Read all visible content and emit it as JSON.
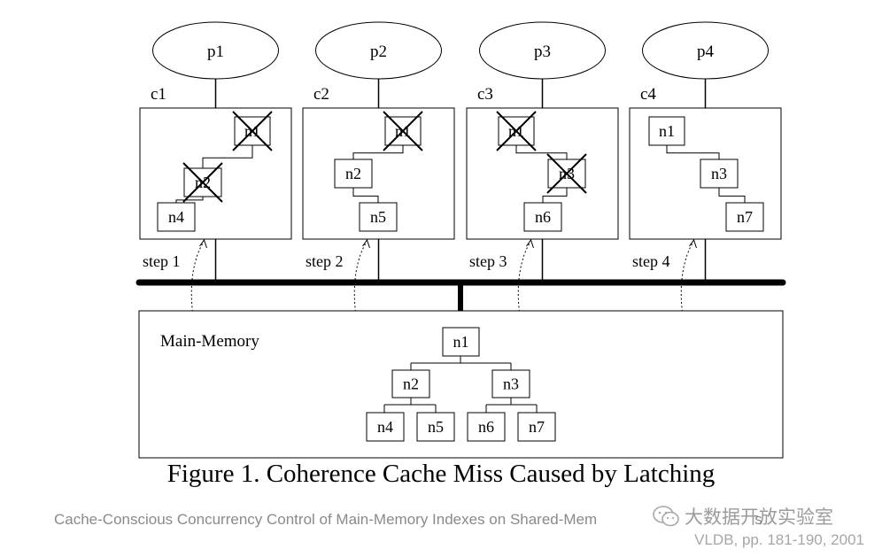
{
  "processors": [
    "p1",
    "p2",
    "p3",
    "p4"
  ],
  "caches": [
    {
      "label": "c1",
      "step": "step 1",
      "nodes": [
        {
          "name": "n1",
          "invalid": true
        },
        {
          "name": "n2",
          "invalid": true
        },
        {
          "name": "n4",
          "invalid": false
        }
      ]
    },
    {
      "label": "c2",
      "step": "step 2",
      "nodes": [
        {
          "name": "n1",
          "invalid": true
        },
        {
          "name": "n2",
          "invalid": false
        },
        {
          "name": "n5",
          "invalid": false
        }
      ]
    },
    {
      "label": "c3",
      "step": "step 3",
      "nodes": [
        {
          "name": "n1",
          "invalid": true
        },
        {
          "name": "n3",
          "invalid": true
        },
        {
          "name": "n6",
          "invalid": false
        }
      ]
    },
    {
      "label": "c4",
      "step": "step 4",
      "nodes": [
        {
          "name": "n1",
          "invalid": false
        },
        {
          "name": "n3",
          "invalid": false
        },
        {
          "name": "n7",
          "invalid": false
        }
      ]
    }
  ],
  "main_memory": {
    "label": "Main-Memory",
    "tree": {
      "root": "n1",
      "level2": [
        "n2",
        "n3"
      ],
      "level3": [
        "n4",
        "n5",
        "n6",
        "n7"
      ]
    }
  },
  "caption": "Figure 1. Coherence Cache Miss Caused by Latching",
  "citation": "Cache-Conscious Concurrency Control of Main-Memory Indexes on Shared-Mem",
  "citation_tail": "s",
  "venue": "VLDB, pp. 181-190, 2001",
  "watermark": "大数据开放实验室"
}
